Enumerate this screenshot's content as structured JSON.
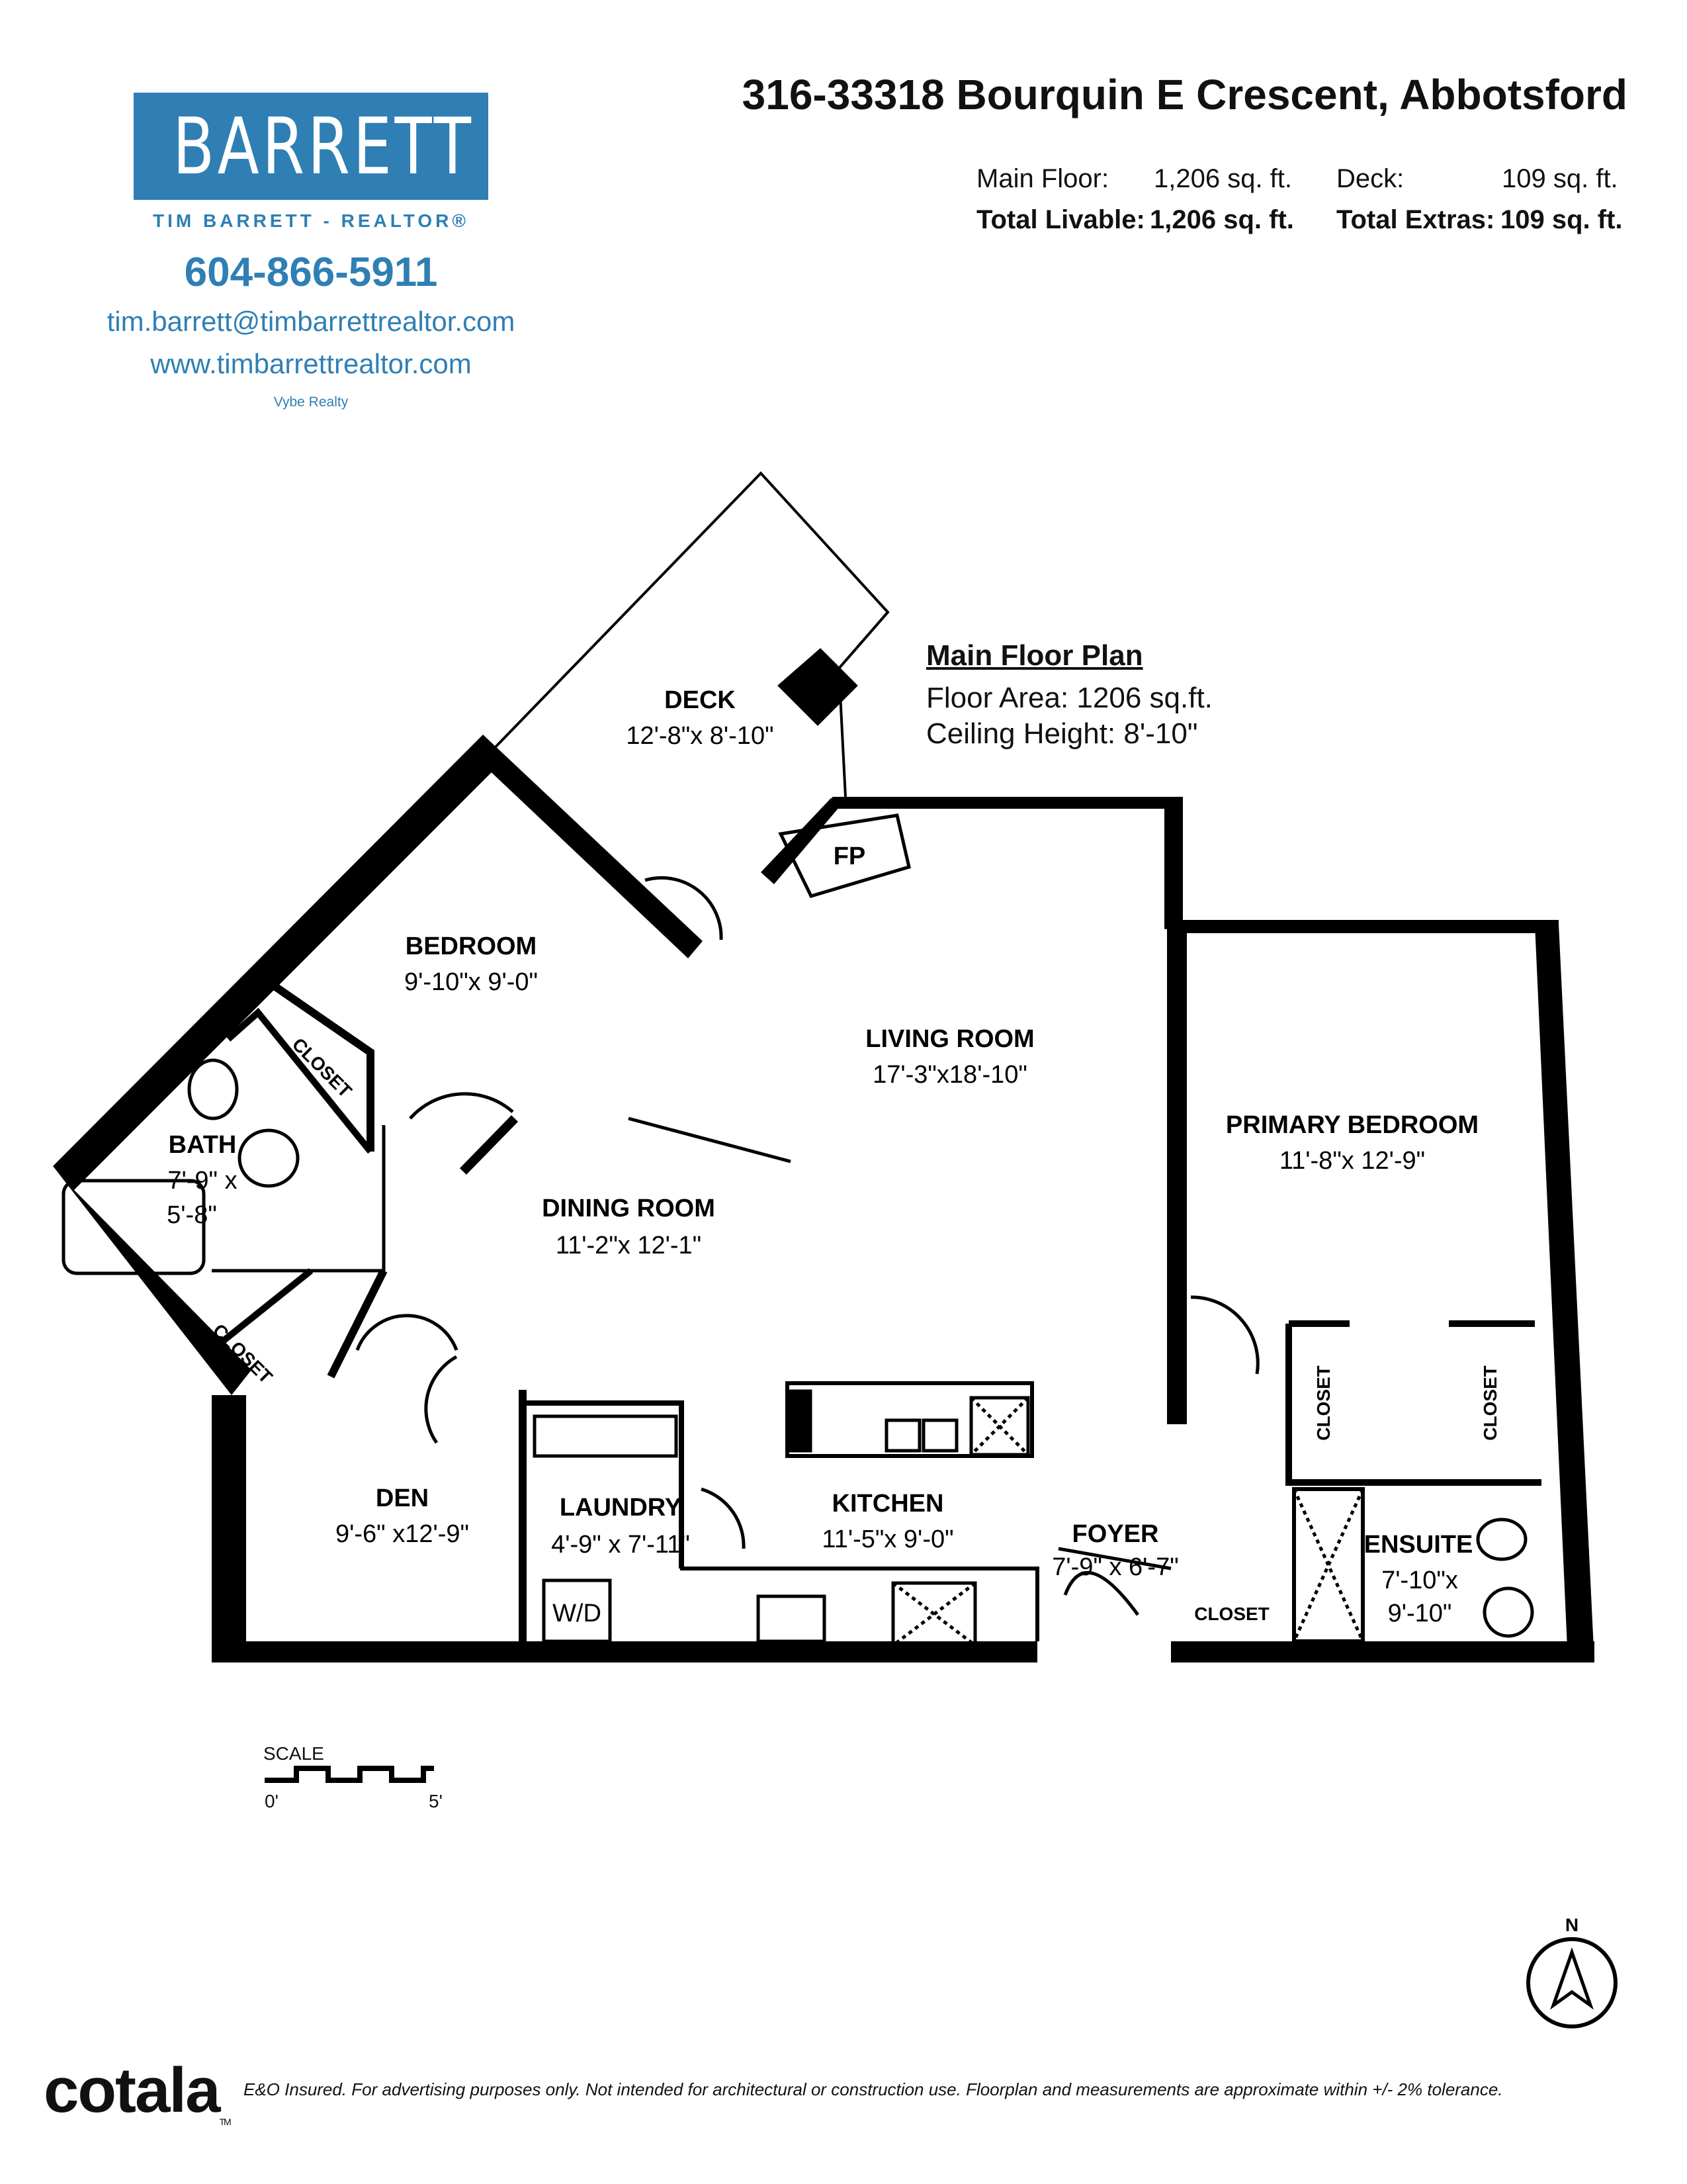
{
  "header": {
    "logo_text": "BARRETT",
    "logo_sub": "TIM BARRETT - REALTOR®",
    "phone": "604-866-5911",
    "email": "tim.barrett@timbarrettrealtor.com",
    "website": "www.timbarrettrealtor.com",
    "brokerage": "Vybe Realty",
    "address": "316-33318 Bourquin E Crescent, Abbotsford",
    "brand_color": "#2f7fb4"
  },
  "areas": {
    "main_floor_label": "Main Floor:",
    "main_floor_value": "1,206 sq. ft.",
    "deck_label": "Deck:",
    "deck_value": "109 sq. ft.",
    "total_livable_label": "Total Livable:",
    "total_livable_value": "1,206 sq. ft.",
    "total_extras_label": "Total Extras:",
    "total_extras_value": "109 sq. ft."
  },
  "plan": {
    "title": "Main Floor Plan",
    "floor_area": "Floor Area: 1206 sq.ft.",
    "ceiling_height": "Ceiling Height: 8'-10\""
  },
  "rooms": {
    "deck": {
      "name": "DECK",
      "dims": "12'-8\"x 8'-10\""
    },
    "fp": {
      "name": "FP"
    },
    "bedroom": {
      "name": "BEDROOM",
      "dims": "9'-10\"x 9'-0\""
    },
    "living": {
      "name": "LIVING ROOM",
      "dims": "17'-3\"x18'-10\""
    },
    "primary": {
      "name": "PRIMARY BEDROOM",
      "dims": "11'-8\"x 12'-9\""
    },
    "closet1": {
      "name": "CLOSET"
    },
    "bath": {
      "name": "BATH",
      "dims1": "7'-9\" x",
      "dims2": "5'-8\""
    },
    "dining": {
      "name": "DINING ROOM",
      "dims": "11'-2\"x 12'-1\""
    },
    "closet2": {
      "name": "CLOSET"
    },
    "closet3": {
      "name": "CLOSET"
    },
    "closet4": {
      "name": "CLOSET"
    },
    "den": {
      "name": "DEN",
      "dims": "9'-6\" x12'-9\""
    },
    "laundry": {
      "name": "LAUNDRY",
      "dims": "4'-9\" x 7'-11\""
    },
    "wd": {
      "name": "W/D"
    },
    "kitchen": {
      "name": "KITCHEN",
      "dims": "11'-5\"x 9'-0\""
    },
    "foyer": {
      "name": "FOYER",
      "dims": "7'-9\" x 6'-7\""
    },
    "closet5": {
      "name": "CLOSET"
    },
    "ensuite": {
      "name": "ENSUITE",
      "dims1": "7'-10\"x",
      "dims2": "9'-10\""
    }
  },
  "scale": {
    "label": "SCALE",
    "start": "0'",
    "end": "5'"
  },
  "compass": {
    "label": "N"
  },
  "footer": {
    "brand": "cotala",
    "brand_mark": "TM",
    "disclaimer": "E&O Insured. For advertising purposes only. Not intended for architectural or construction use. Floorplan and measurements are approximate within +/- 2% tolerance."
  }
}
